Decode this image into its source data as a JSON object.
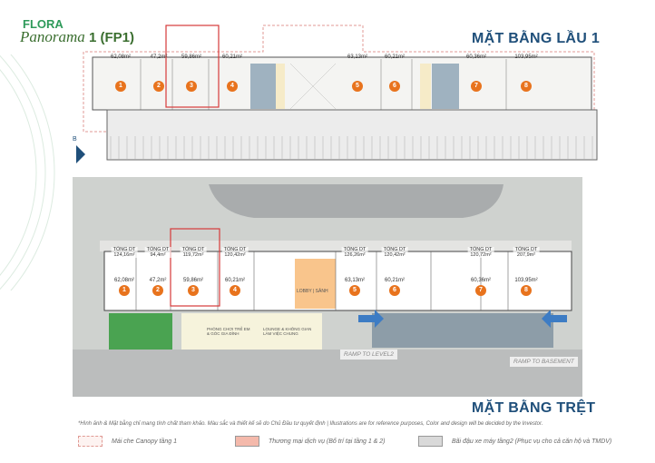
{
  "logo": {
    "brand": "FLORA",
    "script": "Panorama",
    "suffix": "1 (FP1)"
  },
  "level1": {
    "title": "MẶT BẰNG LẦU 1",
    "units": [
      {
        "n": "1",
        "area": "62,08m²"
      },
      {
        "n": "2",
        "area": "47,2m²"
      },
      {
        "n": "3",
        "area": "59,86m²"
      },
      {
        "n": "4",
        "area": "60,21m²"
      },
      {
        "n": "5",
        "area": "63,13m²"
      },
      {
        "n": "6",
        "area": "60,21m²"
      },
      {
        "n": "7",
        "area": "60,36m²"
      },
      {
        "n": "8",
        "area": "103,95m²"
      }
    ]
  },
  "ground": {
    "title": "MẶT BẰNG TRỆT",
    "lobby": "LOBBY | SẢNH",
    "room_a": "PHÒNG CHƠI TRẺ EM & GÓC GIA ĐÌNH",
    "room_b": "LOUNGE & KHÔNG GIAN LÀM VIỆC CHUNG",
    "ramp_level2": "RAMP TO LEVEL2",
    "ramp_basement": "RAMP TO BASEMENT",
    "total_label": "TỔNG DT",
    "units": [
      {
        "n": "1",
        "area": "62,08m²",
        "total": "124,16m²"
      },
      {
        "n": "2",
        "area": "47,2m²",
        "total": "94,4m²"
      },
      {
        "n": "3",
        "area": "59,86m²",
        "total": "119,72m²"
      },
      {
        "n": "4",
        "area": "60,21m²",
        "total": "120,42m²"
      },
      {
        "n": "5",
        "area": "63,13m²",
        "total": "126,26m²"
      },
      {
        "n": "6",
        "area": "60,21m²",
        "total": "120,42m²"
      },
      {
        "n": "7",
        "area": "60,36m²",
        "total": "120,72m²"
      },
      {
        "n": "8",
        "area": "103,95m²",
        "total": "207,9m²"
      }
    ]
  },
  "disclaimer": "*Hình ảnh & Mặt bằng chỉ mang tính chất tham khảo. Màu sắc và thiết kế sẽ do Chủ Đầu tư quyết định  |  Illustrations are for reference purposes, Color and design will be decided by the Investor.",
  "legend": [
    {
      "label": "Mái che Canopy tầng 1",
      "color": "#fdf3f1"
    },
    {
      "label": "Thương mại dịch vụ (Bố trí tại tầng 1 & 2)",
      "color": "#f4b9ab"
    },
    {
      "label": "Bãi đậu xe máy tầng2 (Phục vụ cho cả căn hộ và TMDV)",
      "color": "#d9d9d9"
    }
  ]
}
